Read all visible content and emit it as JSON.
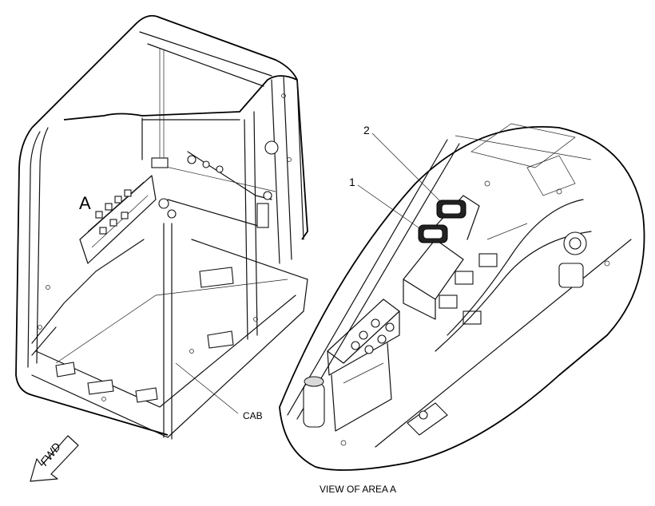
{
  "labels": {
    "area_letter": "A",
    "callout_1": "1",
    "callout_2": "2",
    "cab": "CAB",
    "view_caption": "VIEW OF AREA A",
    "fwd": "FWD"
  }
}
